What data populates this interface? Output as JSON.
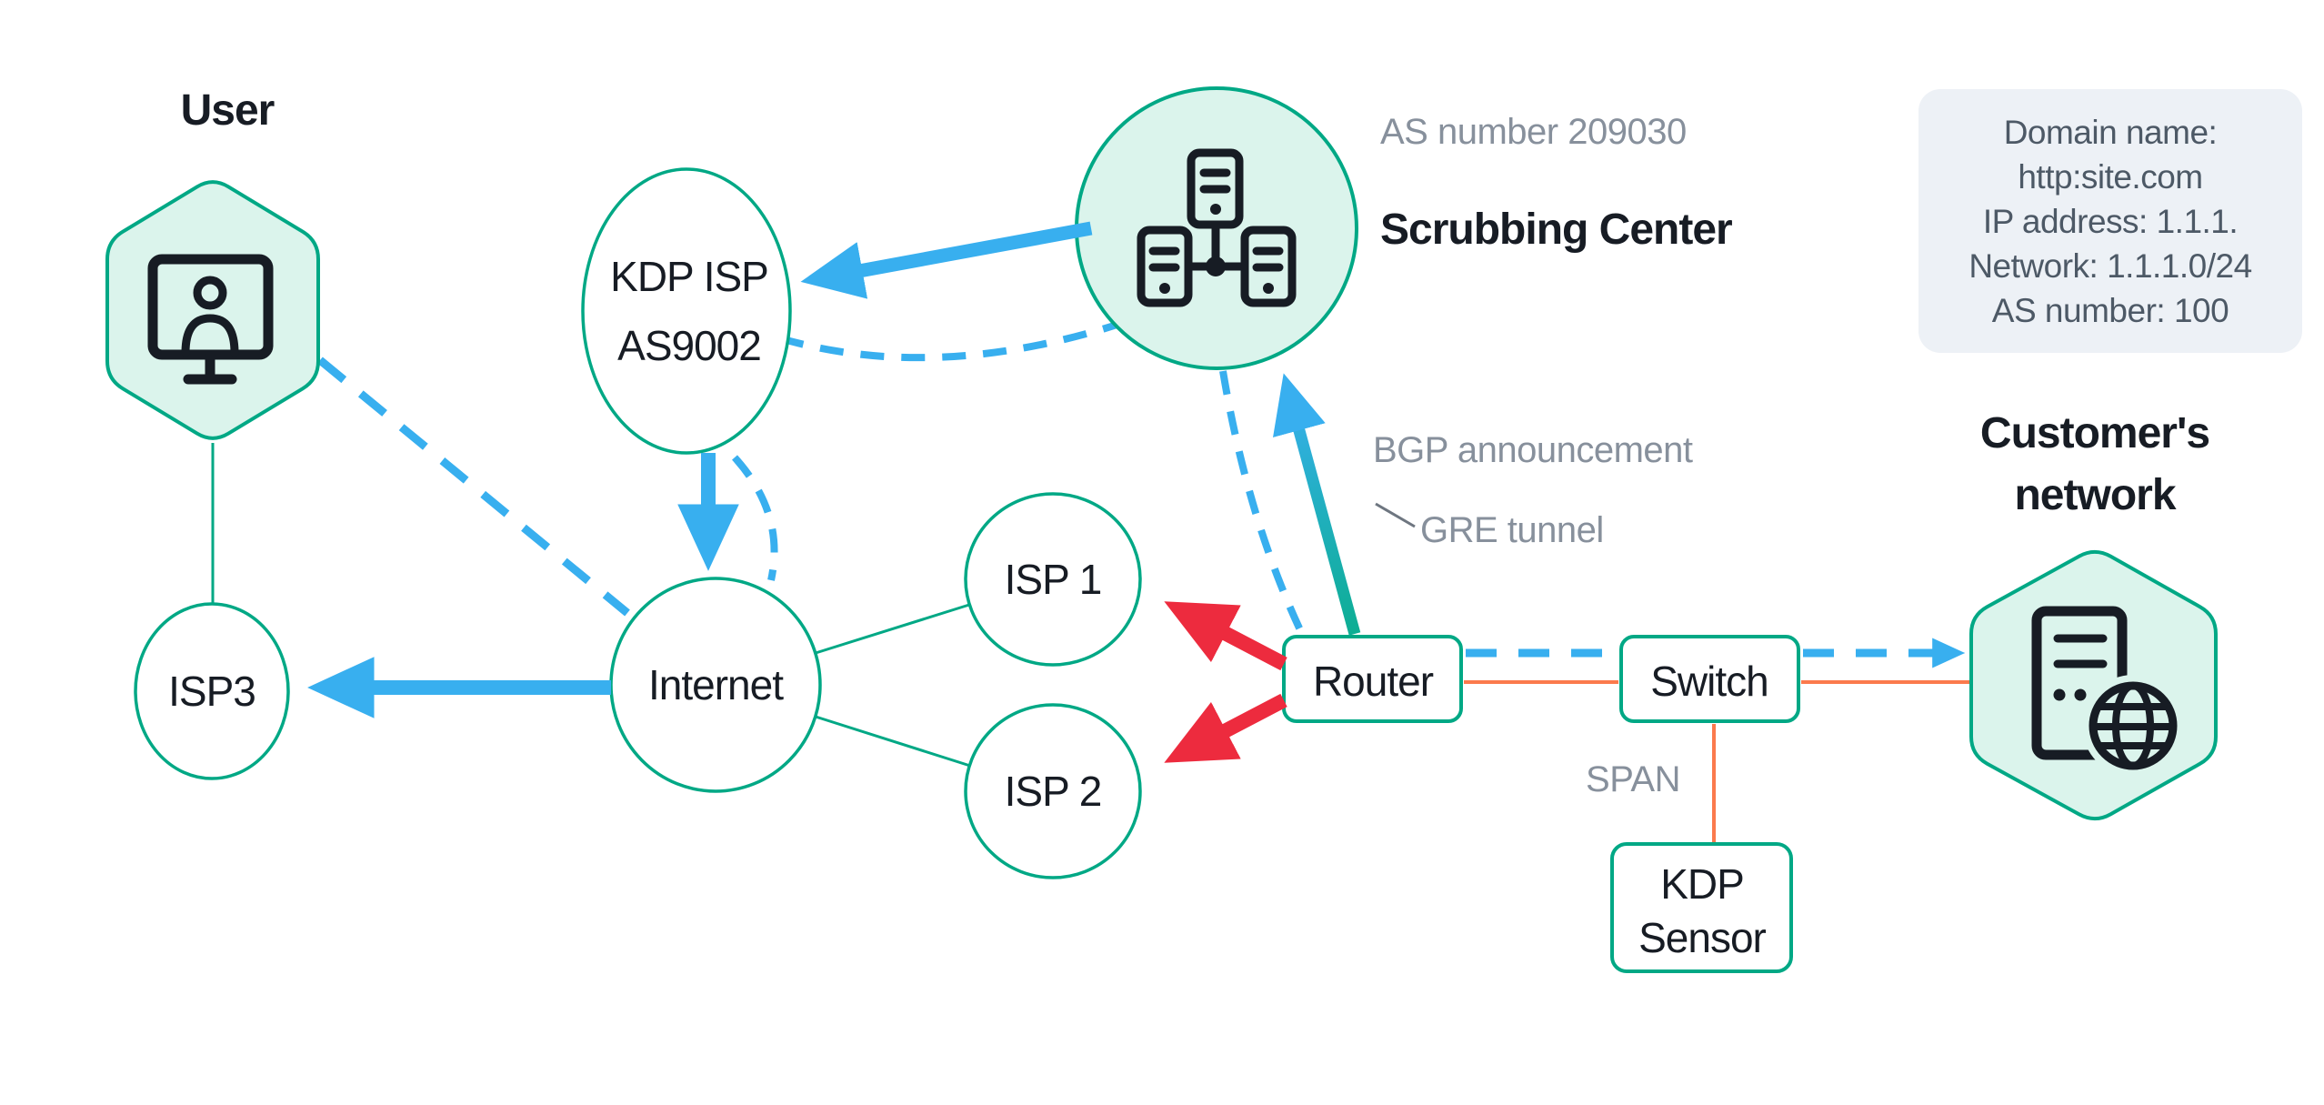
{
  "diagram_title": "DDoS protection traffic scrubbing network diagram",
  "colors": {
    "green": "#00A885",
    "mint": "#DBF4EC",
    "blue": "#38AFEF",
    "red": "#ED2B3E",
    "orange": "#FB7A4D",
    "teal": "#0DAE93",
    "gray": "#87909C",
    "ink": "#171C24",
    "info_bg": "#EDF1F6",
    "info_text": "#4D5966"
  },
  "nodes": {
    "user": {
      "label": "User"
    },
    "isp3": {
      "label": "ISP3"
    },
    "kdp_isp": {
      "line1": "KDP ISP",
      "line2": "AS9002"
    },
    "internet": {
      "label": "Internet"
    },
    "isp1": {
      "label": "ISP 1"
    },
    "isp2": {
      "label": "ISP 2"
    },
    "scrubbing_center": {
      "as_number": "AS number 209030",
      "label": "Scrubbing Center"
    },
    "router": {
      "label": "Router"
    },
    "switch": {
      "label": "Switch"
    },
    "kdp_sensor": {
      "line1": "KDP",
      "line2": "Sensor"
    },
    "customer_network": {
      "line1": "Customer's",
      "line2": "network"
    }
  },
  "edge_labels": {
    "bgp": "BGP announcement",
    "gre": "GRE tunnel",
    "span": "SPAN"
  },
  "info_box": {
    "lines": [
      "Domain name:",
      "http:site.com",
      "IP address: 1.1.1.",
      "Network: 1.1.1.0/24",
      "AS number: 100"
    ]
  },
  "icons": {
    "user": "monitor-user-icon",
    "scrubbing_center": "server-cluster-icon",
    "customer_network": "server-globe-icon"
  }
}
